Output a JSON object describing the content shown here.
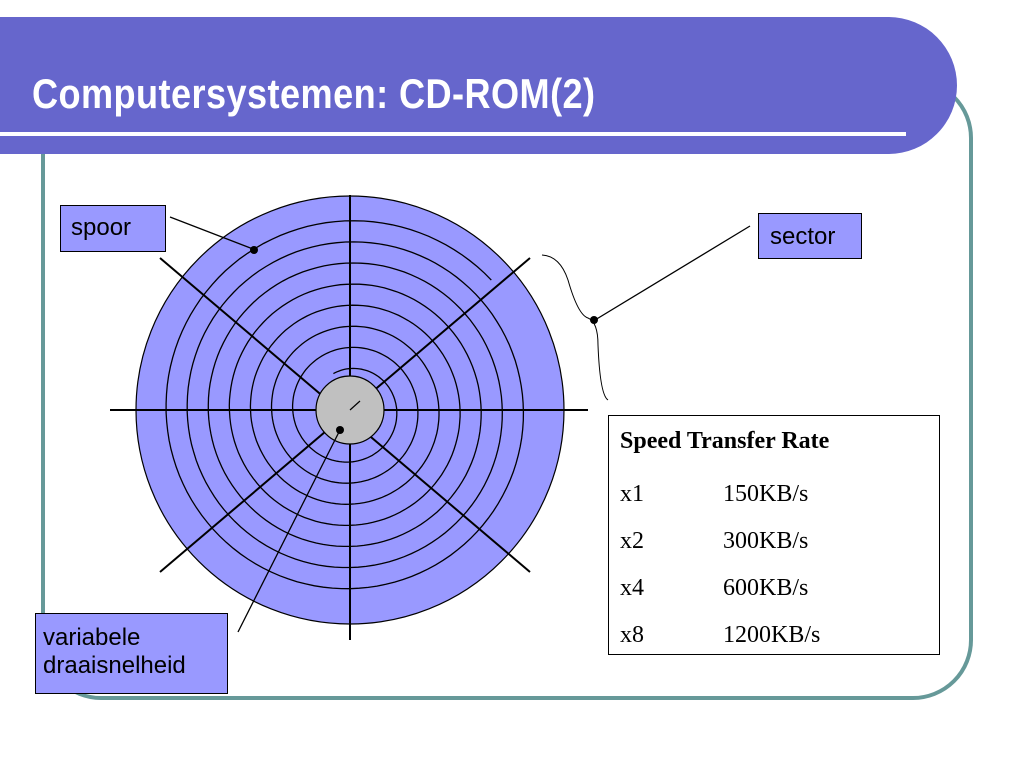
{
  "slide": {
    "title": "Computersystemen: CD-ROM(2)"
  },
  "diagram": {
    "labels": {
      "spoor": "spoor",
      "sector": "sector",
      "variable_line1": "variabele",
      "variable_line2": "draaisnelheid"
    },
    "colors": {
      "disc": "#9999ff",
      "hub": "#c0c0c0",
      "title_bar": "#6666cc",
      "frame": "#669999"
    }
  },
  "speed_table": {
    "header": "Speed Transfer Rate",
    "rows": [
      {
        "speed": "x1",
        "rate": "150KB/s"
      },
      {
        "speed": "x2",
        "rate": "300KB/s"
      },
      {
        "speed": "x4",
        "rate": "600KB/s"
      },
      {
        "speed": "x8",
        "rate": "1200KB/s"
      }
    ]
  }
}
